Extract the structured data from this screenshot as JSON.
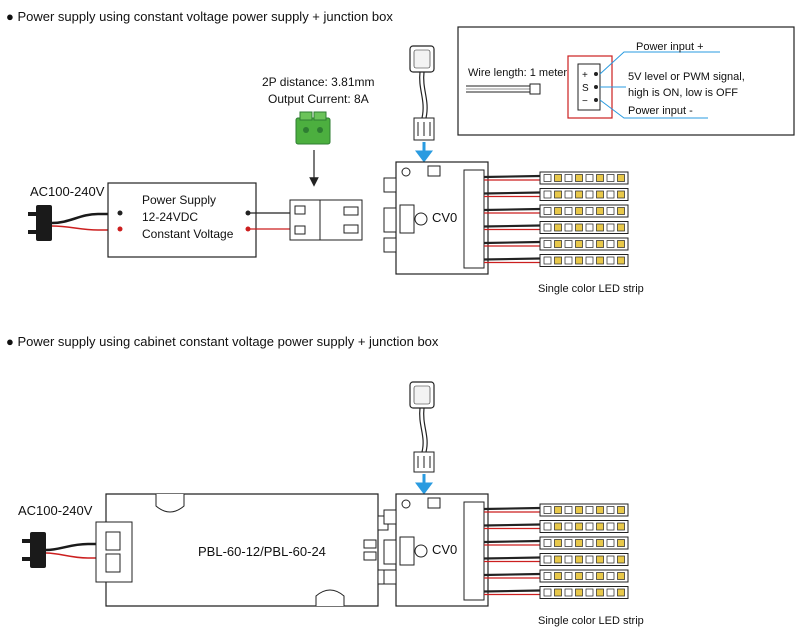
{
  "section1": {
    "title": "● Power supply using constant voltage power supply + junction box",
    "ac_label": "AC100-240V",
    "psu_line1": "Power Supply",
    "psu_line2": "12-24VDC",
    "psu_line3": "Constant Voltage",
    "connector_line1": "2P distance: 3.81mm",
    "connector_line2": "Output Current: 8A",
    "inset": {
      "wire_length": "Wire length:  1 meter",
      "pin_plus": "+",
      "pin_s": "S",
      "pin_minus": "−",
      "power_plus": "Power input +",
      "signal_line1": "5V level or PWM signal,",
      "signal_line2": "high is ON, low is OFF",
      "power_minus": "Power input -"
    },
    "box_label": "CV0",
    "strip_label": "Single color LED strip"
  },
  "section2": {
    "title": "● Power supply using cabinet constant voltage power supply + junction box",
    "ac_label": "AC100-240V",
    "psu_model": "PBL-60-12/PBL-60-24",
    "box_label": "CV0",
    "strip_label": "Single color LED strip"
  },
  "colors": {
    "line": "#222222",
    "red_wire": "#cc1f1f",
    "arrow_blue": "#2a9be0",
    "connector_green": "#4caf3f",
    "led_yellow": "#e8c84a"
  }
}
